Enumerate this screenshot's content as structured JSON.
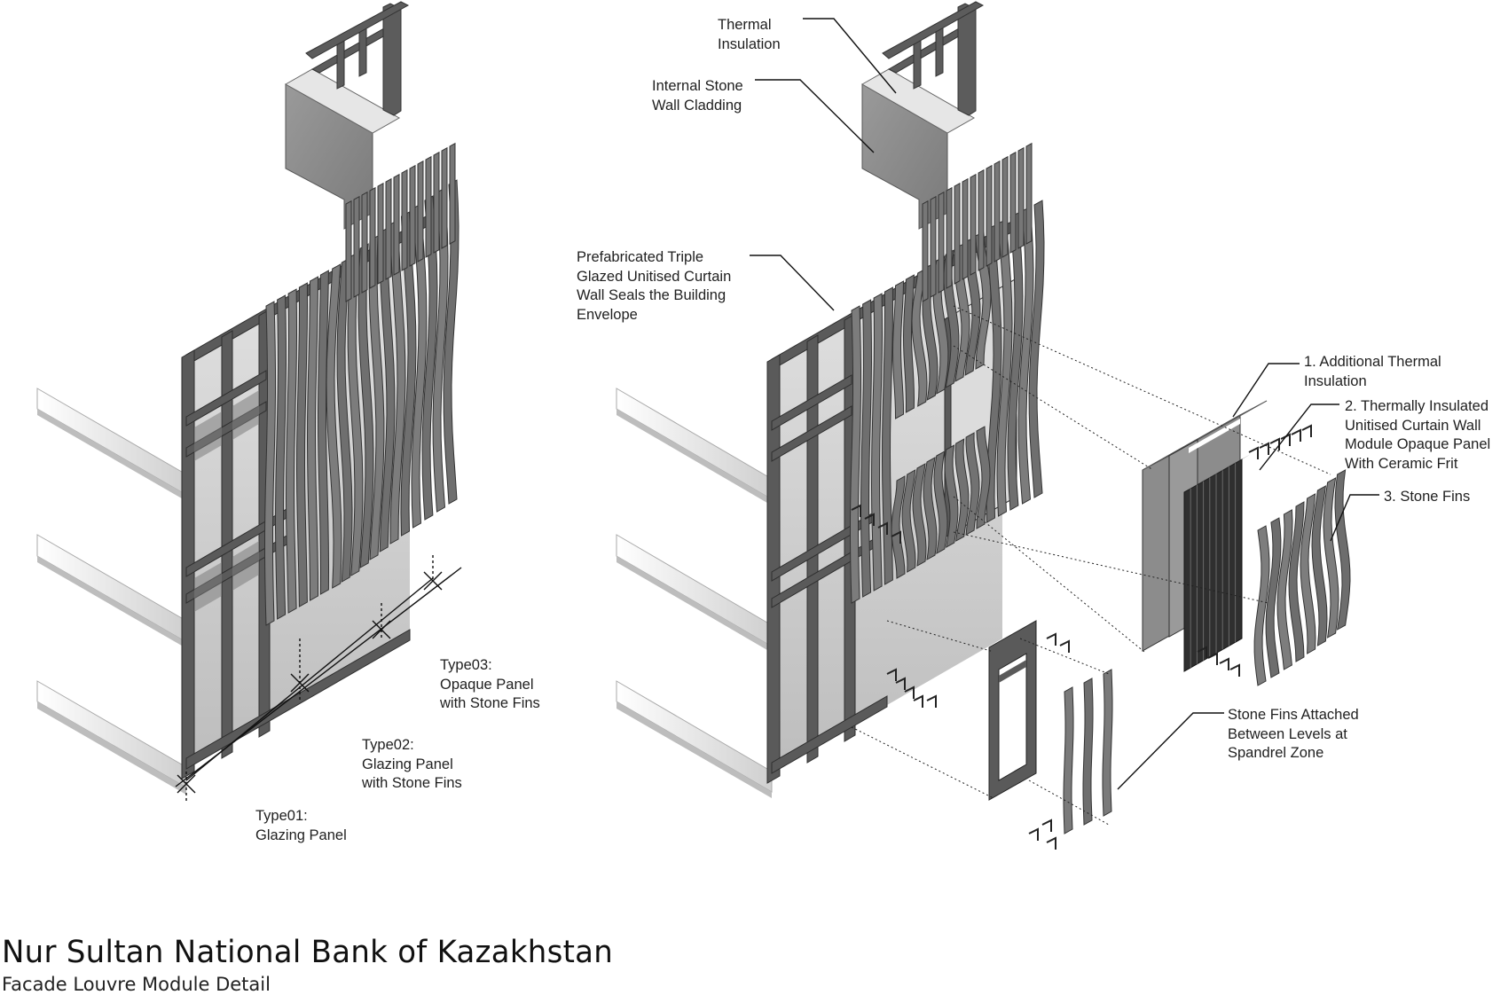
{
  "title": "Nur Sultan National Bank of Kazakhstan",
  "subtitle": "Facade Louvre Module Detail",
  "colors": {
    "frame": "#5c5c5c",
    "frame_dark": "#3d3d3d",
    "fin": "#737373",
    "fin_dark": "#4f4f4f",
    "stone": "#8e8e8e",
    "glass": "#d2d2d2",
    "slab": "#e8e8e8",
    "line": "#1a1a1a"
  },
  "labels": {
    "type01": "Type01:\nGlazing Panel",
    "type02": "Type02:\nGlazing Panel\nwith Stone Fins",
    "type03": "Type03:\nOpaque Panel\nwith Stone Fins",
    "thermal_insulation": "Thermal\nInsulation",
    "internal_stone": "Internal Stone\nWall Cladding",
    "prefab": "Prefabricated Triple\nGlazed Unitised Curtain\nWall Seals the Building\nEnvelope",
    "additional_thermal": "1. Additional Thermal\nInsulation",
    "thermally_insulated": "2. Thermally Insulated\nUnitised Curtain Wall\nModule Opaque Panel\nWith Ceramic Frit",
    "stone_fins": "3. Stone Fins",
    "stone_fins_attached": "Stone Fins Attached\nBetween Levels at\nSpandrel Zone"
  }
}
